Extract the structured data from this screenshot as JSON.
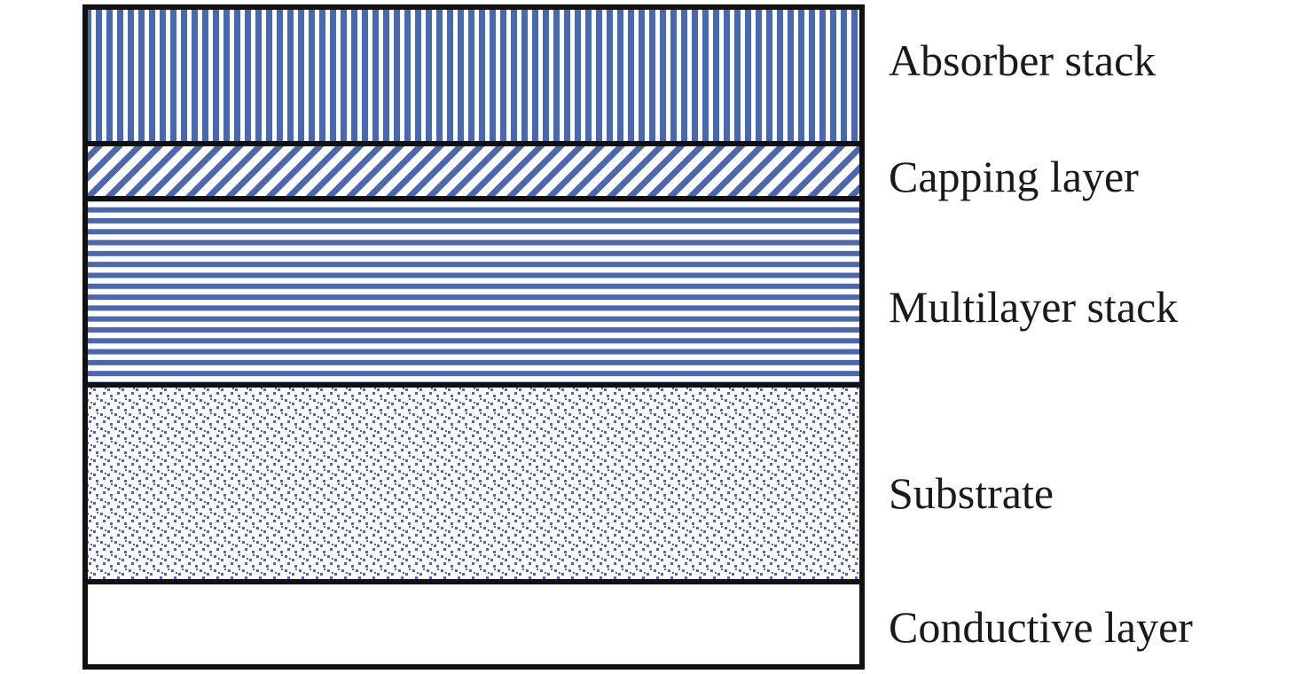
{
  "diagram": {
    "pattern_color": "#4a67b0",
    "border_color": "#111111",
    "layers": [
      {
        "label": "Absorber stack",
        "pattern": "vertical-stripes"
      },
      {
        "label": "Capping layer",
        "pattern": "diagonal-stripes"
      },
      {
        "label": "Multilayer stack",
        "pattern": "horizontal-stripes"
      },
      {
        "label": "Substrate",
        "pattern": "dots"
      },
      {
        "label": "Conductive layer",
        "pattern": "none"
      }
    ]
  }
}
